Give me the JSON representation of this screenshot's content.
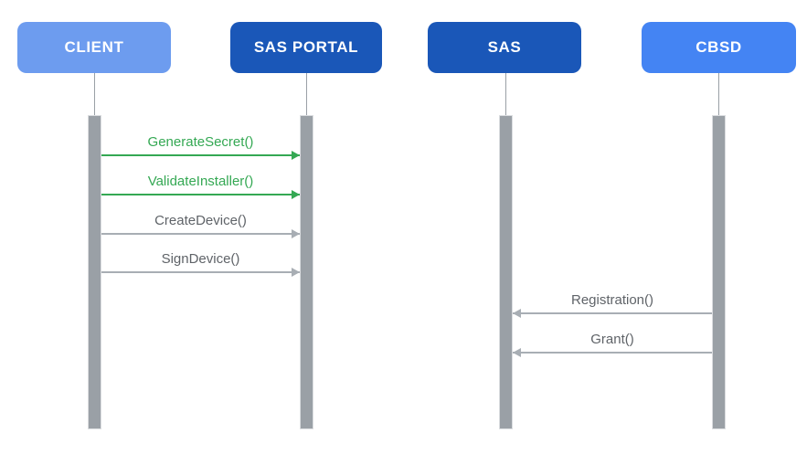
{
  "diagram": {
    "type": "sequence-diagram",
    "actors": [
      {
        "id": "client",
        "label": "CLIENT",
        "color": "#6D9CEF"
      },
      {
        "id": "sas-portal",
        "label": "SAS PORTAL",
        "color": "#1A57B8"
      },
      {
        "id": "sas",
        "label": "SAS",
        "color": "#1A57B8"
      },
      {
        "id": "cbsd",
        "label": "CBSD",
        "color": "#4484F3"
      }
    ],
    "messages": [
      {
        "label": "GenerateSecret()",
        "from": "client",
        "to": "sas-portal",
        "direction": "right",
        "color": "#34A853"
      },
      {
        "label": "ValidateInstaller()",
        "from": "client",
        "to": "sas-portal",
        "direction": "right",
        "color": "#34A853"
      },
      {
        "label": "CreateDevice()",
        "from": "client",
        "to": "sas-portal",
        "direction": "right",
        "color": "#5F6368"
      },
      {
        "label": "SignDevice()",
        "from": "client",
        "to": "sas-portal",
        "direction": "right",
        "color": "#5F6368"
      },
      {
        "label": "Registration()",
        "from": "cbsd",
        "to": "sas",
        "direction": "left",
        "color": "#5F6368"
      },
      {
        "label": "Grant()",
        "from": "cbsd",
        "to": "sas",
        "direction": "left",
        "color": "#5F6368"
      }
    ],
    "colors": {
      "actor_light_blue": "#6D9CEF",
      "actor_dark_blue": "#1A57B8",
      "actor_google_blue": "#4484F3",
      "message_green": "#34A853",
      "message_gray_text": "#5F6368",
      "message_gray_line": "#A8AEB4",
      "activation_bar": "#9AA0A6",
      "background": "#FFFFFF"
    }
  }
}
